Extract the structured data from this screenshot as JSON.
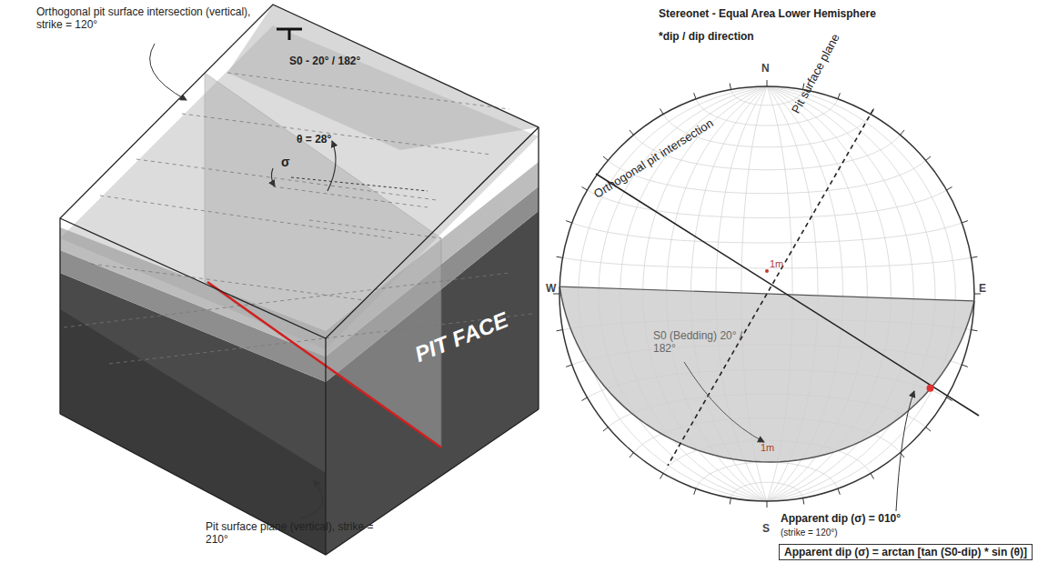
{
  "diagram": {
    "title": "Stereonet - Equal Area Lower Hemisphere",
    "nodes": [
      {
        "text": [
          "Apparent dip (σ) = arctan [tan (S0-dip) * sin (θ)]"
        ]
      }
    ],
    "labels": [
      "Orthogonal pit surface intersection (vertical), strike = 120°",
      "S0 - 20° / 182°",
      "θ = 28°",
      "σ",
      "PIT FACE",
      "Pit surface plane (vertical), strike = 210°",
      "*dip / dip direction",
      "N",
      "W",
      "E",
      "S",
      "Orthogonal pit intersection",
      "Pit surface plane",
      "1m",
      "S0 (Bedding) 20° / 182°",
      "1m",
      "Apparent dip (σ) = 010°",
      "(strike = 120°)"
    ]
  }
}
